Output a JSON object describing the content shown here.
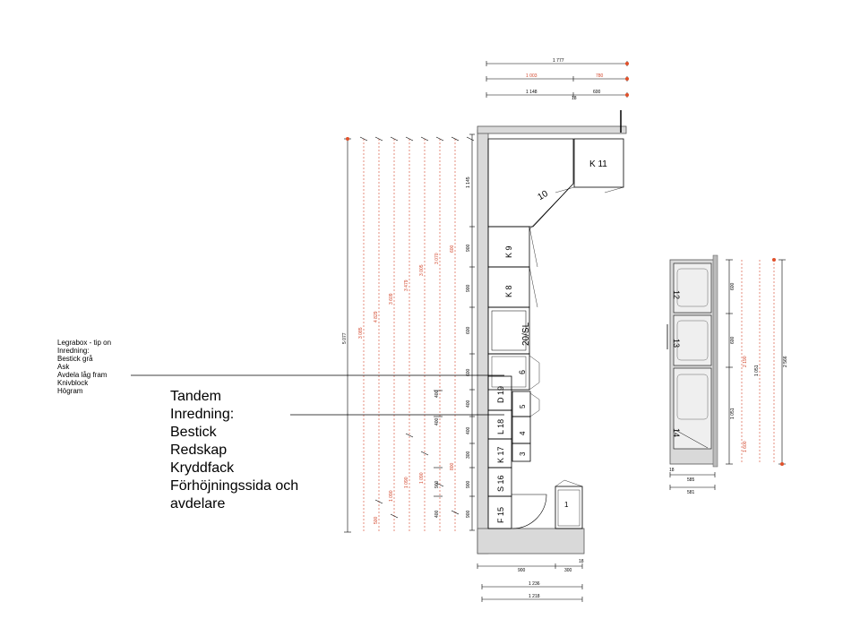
{
  "notes": {
    "legrabox": [
      "Legrabox - tip on",
      "Inredning:",
      "Bestick grå",
      "Ask",
      "Avdela låg fram",
      "Knivblock",
      "Högram"
    ],
    "tandem": [
      "Tandem",
      "Inredning:",
      "Bestick",
      "Redskap",
      "Kryddfack",
      "Förhöjningssida och",
      "avdelare"
    ]
  },
  "cabinets": {
    "k11": "K 11",
    "c10": "10",
    "k9": "K 9",
    "k8": "K 8",
    "c20sl": "20/SL",
    "c6": "6",
    "d19": "D 19",
    "c5": "5",
    "l18": "L 18",
    "c4": "4",
    "k17": "K 17",
    "c3": "3",
    "s16": "S 16",
    "f15": "F 15",
    "c1": "1",
    "c12": "12",
    "c13": "13",
    "c14": "14"
  },
  "dims": {
    "top1": "1 777",
    "top2a": "1 003",
    "top2b": "780",
    "top3a": "1 148",
    "top3b": "600",
    "top3c": "18",
    "bottom1a": "900",
    "bottom1b": "300",
    "bottom1c": "18",
    "bottom2": "1 236",
    "bottom3": "1 218",
    "v_total": "5 077",
    "v1": "3 085",
    "v2": "4 829",
    "v3": "3 609",
    "v4": "3 479",
    "v5": "3 005",
    "v6": "3 070",
    "v7": "1 145",
    "v8": "900",
    "v9": "900",
    "v10": "600",
    "v11": "600",
    "v12": "400",
    "v13": "400",
    "v14": "300",
    "v15": "400",
    "v16": "900",
    "v17": "900",
    "v18": "900",
    "vl1": "600",
    "vl2": "1 090",
    "vl3": "1 090",
    "vl4": "1 090",
    "vl5": "500",
    "vl6": "400",
    "vl7": "800",
    "r_total": "2 566",
    "r1": "600",
    "r2": "600",
    "r3": "1 051",
    "r4": "2 190",
    "r5": "1 600",
    "r6": "1 051",
    "rb1": "585",
    "rb2": "581",
    "rb3": "18"
  }
}
